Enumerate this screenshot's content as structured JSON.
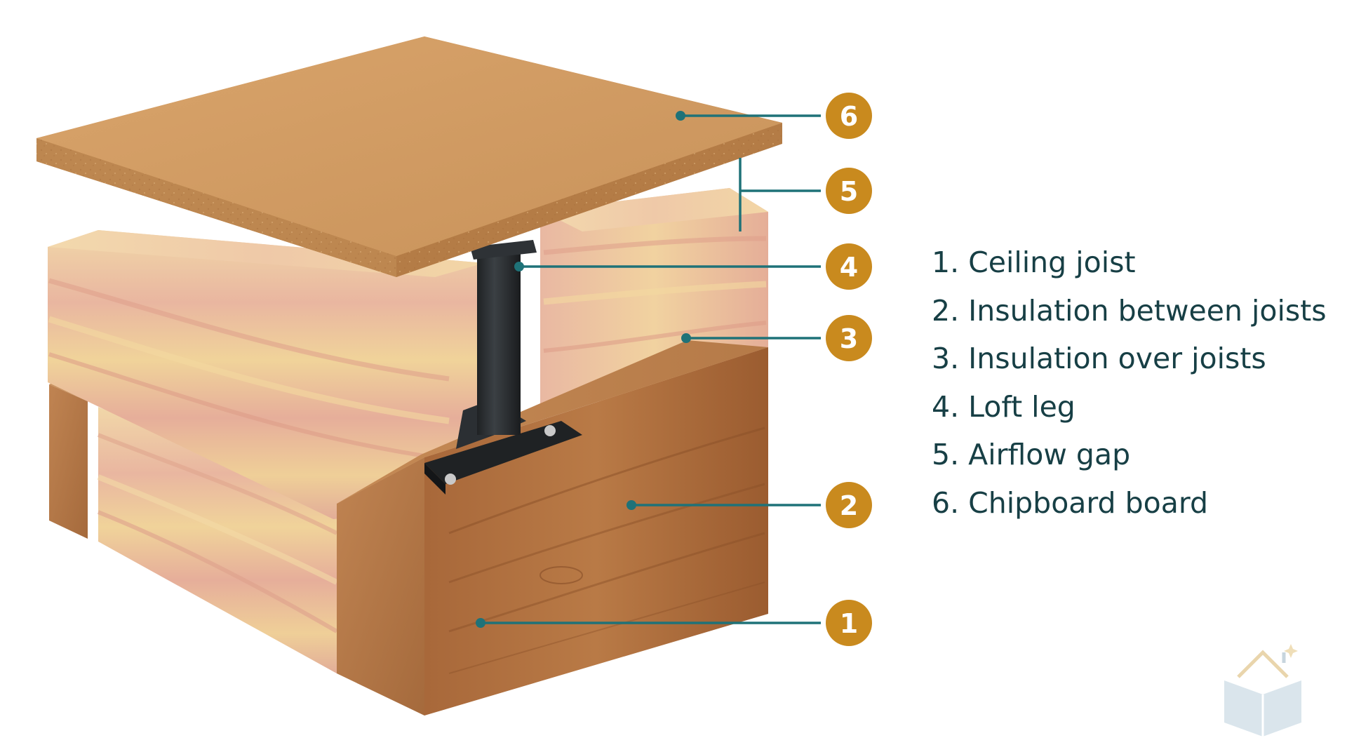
{
  "callouts": [
    {
      "number": "1",
      "label": "Ceiling joist"
    },
    {
      "number": "2",
      "label": "Insulation between joists"
    },
    {
      "number": "3",
      "label": "Insulation over joists"
    },
    {
      "number": "4",
      "label": "Loft leg"
    },
    {
      "number": "5",
      "label": "Airflow gap"
    },
    {
      "number": "6",
      "label": "Chipboard board"
    }
  ],
  "legend": [
    "1. Ceiling joist",
    "2. Insulation between joists",
    "3. Insulation over joists",
    "4. Loft leg",
    "5. Airflow gap",
    "6. Chipboard board"
  ],
  "colors": {
    "badge": "#c98a1e",
    "leader_line": "#1f7278",
    "legend_text": "#173f45",
    "chipboard": "#c9955b",
    "joist": "#9c5f34",
    "insulation": "#e8b9a0",
    "loft_leg": "#2b2e31"
  },
  "logo": {
    "icon": "house-book-logo-icon"
  }
}
